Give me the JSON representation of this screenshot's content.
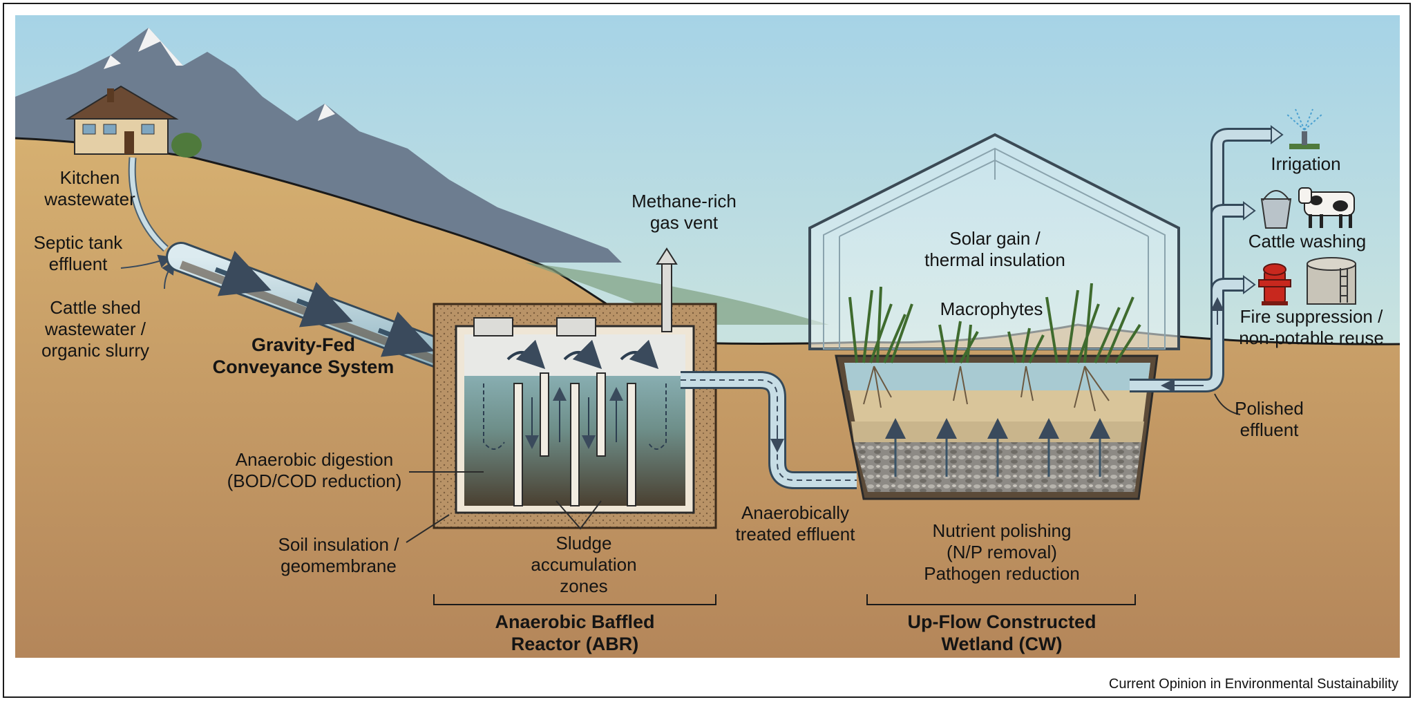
{
  "labels": {
    "kitchen": "Kitchen\nwastewater",
    "septic": "Septic tank\neffluent",
    "cattle_shed": "Cattle shed\nwastewater /\norganic slurry",
    "gravity": "Gravity-Fed\nConveyance System",
    "methane": "Methane-rich\ngas vent",
    "anaerobic_digestion": "Anaerobic digestion\n(BOD/COD reduction)",
    "soil_insulation": "Soil insulation /\ngeomembrane",
    "sludge": "Sludge\naccumulation\nzones",
    "abr_title": "Anaerobic Baffled\nReactor (ABR)",
    "anaerobic_effluent": "Anaerobically\ntreated effluent",
    "solar": "Solar gain /\nthermal insulation",
    "macrophytes": "Macrophytes",
    "nutrient": "Nutrient polishing\n(N/P removal)\nPathogen reduction",
    "cw_title": "Up-Flow Constructed\nWetland (CW)",
    "polished": "Polished\neffluent",
    "irrigation": "Irrigation",
    "cattle_washing": "Cattle washing",
    "fire": "Fire suppression /\nnon-potable reuse"
  },
  "credit": "Current Opinion in Environmental Sustainability",
  "colors": {
    "sky_top": "#a9d4e6",
    "sky_bottom": "#e6f0d8",
    "ground": "#c49a63",
    "mountain": "#6f7e90",
    "pipe": "#b8d2dc",
    "water": "#8fb9c6",
    "sludge": "#4e4535"
  }
}
